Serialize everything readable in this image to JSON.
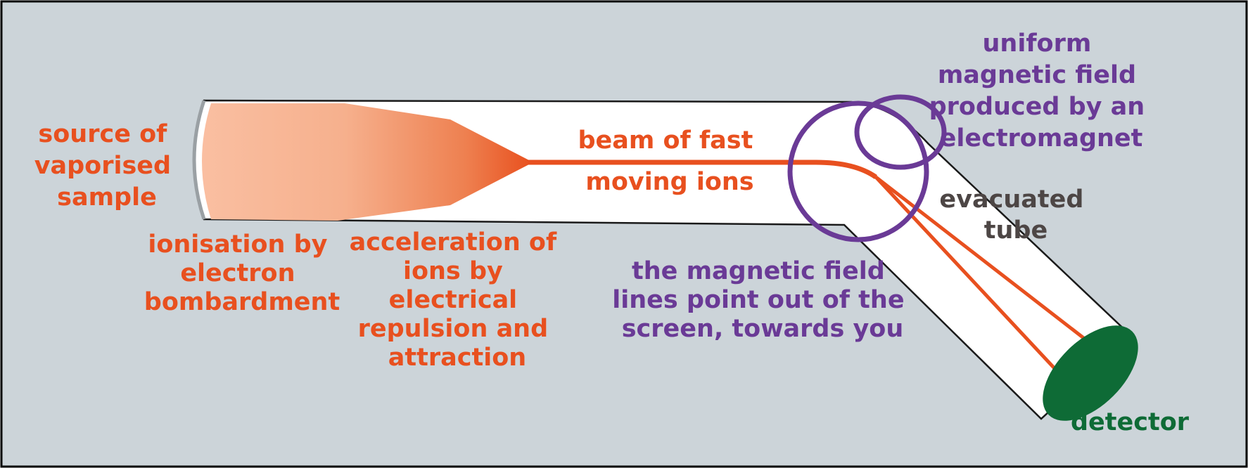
{
  "colors": {
    "background": "#ccd4d9",
    "tube": "#ffffff",
    "ion_beam": "#e8501f",
    "magnet": "#6a3a96",
    "detector": "#0e6b36",
    "tube_label": "#4d4645",
    "orange_text": "#e8501f",
    "purple_text": "#6a3a96",
    "green_text": "#0e6b36"
  },
  "labels": {
    "source": [
      "source of",
      "vaporised",
      "sample"
    ],
    "ionisation": [
      "ionisation by",
      "electron",
      "bombardment"
    ],
    "acceleration": [
      "acceleration of",
      "ions by",
      "electrical",
      "repulsion and",
      "attraction"
    ],
    "beam": [
      "beam of fast",
      "moving ions"
    ],
    "magnetic_field": [
      "uniform",
      "magnetic field",
      "produced by an",
      "electromagnet"
    ],
    "field_lines": [
      "the magnetic field",
      "lines point out of the",
      "screen, towards you"
    ],
    "tube": [
      "evacuated",
      "tube"
    ],
    "detector": "detector"
  }
}
